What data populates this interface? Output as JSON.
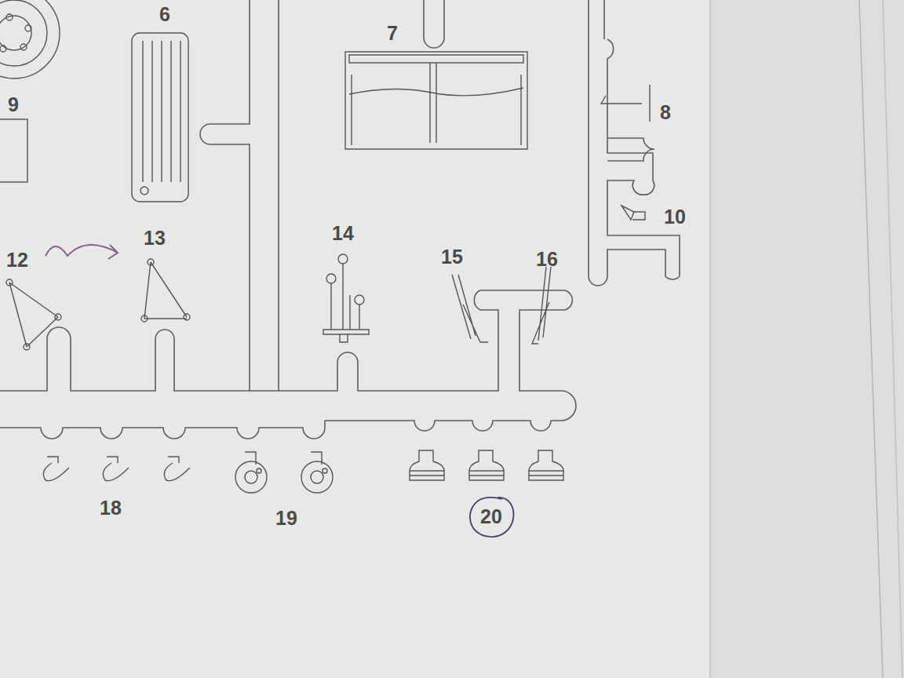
{
  "diagram": {
    "nodes": [
      {
        "text": [
          "20"
        ]
      }
    ],
    "labels": [
      "9",
      "6",
      "7",
      "8",
      "10",
      "12",
      "13",
      "14",
      "15",
      "16",
      "18",
      "19"
    ]
  }
}
